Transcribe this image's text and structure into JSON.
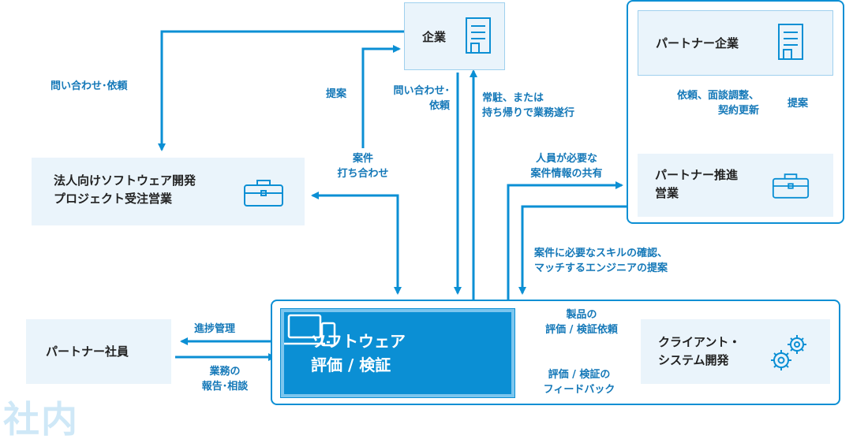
{
  "nodes": {
    "company": "企業",
    "partner_company": "パートナー企業",
    "sales_project": "法人向けソフトウェア開発\nプロジェクト受注営業",
    "partner_sales": "パートナー推進\n営業",
    "partner_staff": "パートナー社員",
    "software_eval": "ソフトウェア\n評価 / 検証",
    "client_dev": "クライアント・\nシステム開発"
  },
  "edges": {
    "inquiry_request": "問い合わせ･依頼",
    "proposal": "提案",
    "inquiry_request_2": "問い合わせ･\n依頼",
    "resident_or_takehome": "常駐、または\n持ち帰りで業務遂行",
    "project_meeting": "案件\n打ち合わせ",
    "request_negotiation": "依頼、面談調整、\n契約更新",
    "proposal_2": "提案",
    "staff_needed": "人員が必要な\n案件情報の共有",
    "skill_confirm": "案件に必要なスキルの確認、\nマッチするエンジニアの提案",
    "progress_mgmt": "進捗管理",
    "work_report": "業務の\n報告･相談",
    "product_eval_request": "製品の\n評価 / 検証依頼",
    "eval_feedback": "評価 / 検証の\nフィードバック"
  },
  "corner_label": "社内",
  "icons": {
    "company": "building-icon",
    "partner_company": "building-icon",
    "sales_project": "briefcase-icon",
    "partner_sales": "briefcase-icon",
    "software_eval": "laptop-phone-icon",
    "client_dev": "gears-icon"
  },
  "colors": {
    "accent": "#0b8fd4",
    "node_fill": "#eaf4fb",
    "edge_text": "#1478b8",
    "highlight_border": "#7cc6ee"
  }
}
